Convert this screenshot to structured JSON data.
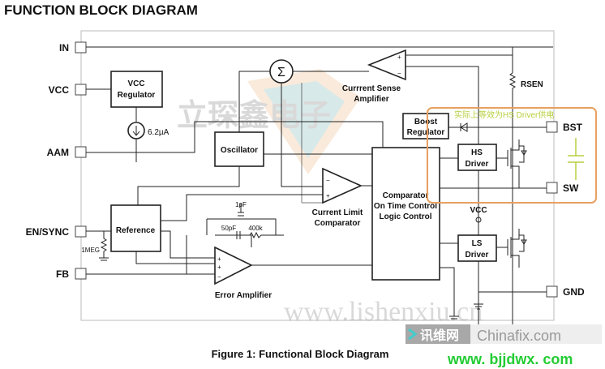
{
  "title": "FUNCTION BLOCK DIAGRAM",
  "caption": "Figure 1: Functional Block Diagram",
  "pins_left": {
    "in": "IN",
    "vcc": "VCC",
    "aam": "AAM",
    "en_sync": "EN/SYNC",
    "fb": "FB"
  },
  "pins_right": {
    "bst": "BST",
    "sw": "SW",
    "gnd": "GND"
  },
  "blocks": {
    "vcc_regulator": [
      "VCC",
      "Regulator"
    ],
    "current_source": "6.2µA",
    "oscillator": "Oscillator",
    "sum": "Σ",
    "current_sense": [
      "Currrent Sense",
      "Amplifier"
    ],
    "rsen": "RSEN",
    "boost_regulator": [
      "Boost",
      "Regulator"
    ],
    "hs_driver": [
      "HS",
      "Driver"
    ],
    "ls_driver": [
      "LS",
      "Driver"
    ],
    "logic": [
      "Comparator",
      "On Time Control",
      "Logic Control"
    ],
    "current_limit": [
      "Current Limit",
      "Comparator"
    ],
    "reference": "Reference",
    "error_amp": "Error Amplifier",
    "vcc_node": "VCC",
    "c1": "1pF",
    "c2": "50pF",
    "r1": "400k",
    "r_en": "1MEG"
  },
  "annotation": "实际上等效为HS Driver供电",
  "watermarks": {
    "center_cn": "立琛鑫电子",
    "center_url": "www.lishenxiu.cn",
    "logo_cn": "讯维网",
    "logo_en": "Chinafix.com",
    "site": "www. bjjdwx. com"
  },
  "colors": {
    "annotation_box": "#e8a060",
    "annotation_text": "#b8d040",
    "site": "#22cc33"
  }
}
